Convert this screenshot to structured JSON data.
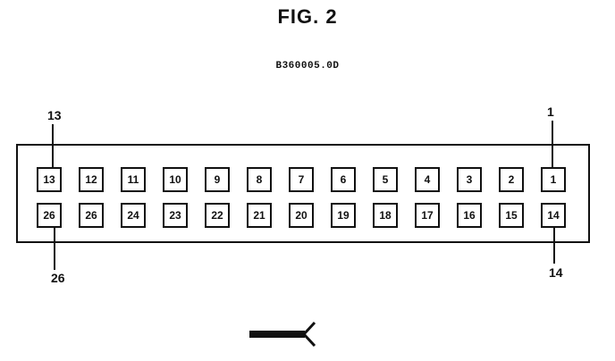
{
  "figure": {
    "title": "FIG. 2",
    "code": "B360005.0D"
  },
  "callouts": {
    "top_left": "13",
    "top_right": "1",
    "bottom_left": "26",
    "bottom_right": "14"
  },
  "connector": {
    "top_row": [
      "13",
      "12",
      "11",
      "10",
      "9",
      "8",
      "7",
      "6",
      "5",
      "4",
      "3",
      "2",
      "1"
    ],
    "bottom_row": [
      "26",
      "26",
      "24",
      "23",
      "22",
      "21",
      "20",
      "19",
      "18",
      "17",
      "16",
      "15",
      "14"
    ]
  },
  "icons": {
    "harness": "wire-harness-icon"
  },
  "colors": {
    "ink": "#111111",
    "paper": "#ffffff"
  }
}
